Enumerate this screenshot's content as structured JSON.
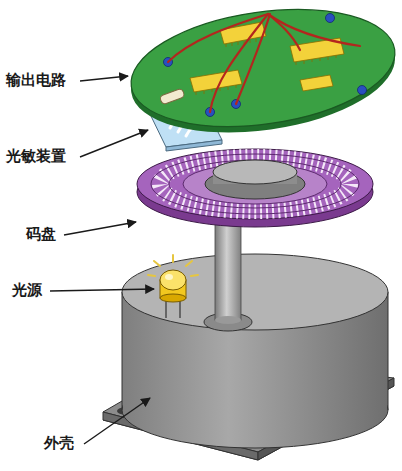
{
  "diagram": {
    "labels": [
      "输出电路",
      "光敏装置",
      "码盘",
      "光源",
      "外壳"
    ]
  }
}
